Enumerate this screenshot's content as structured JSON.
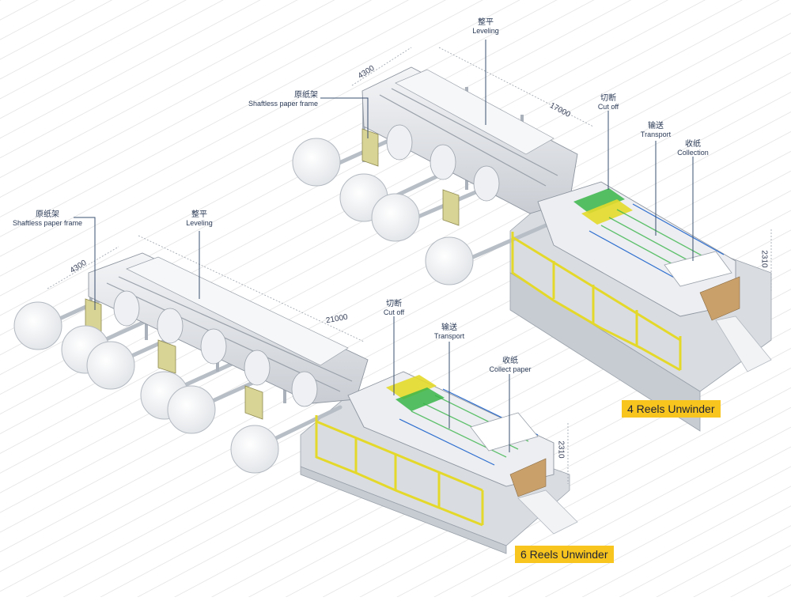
{
  "machines": [
    {
      "name": "4 Reels Unwinder",
      "dims": {
        "length": "17000",
        "width": "4300",
        "height": "2310"
      },
      "labels": {
        "leveling": {
          "zh": "整平",
          "en": "Leveling"
        },
        "frame": {
          "zh": "原纸架",
          "en": "Shaftless paper frame"
        },
        "cutoff": {
          "zh": "切断",
          "en": "Cut off"
        },
        "transport": {
          "zh": "输送",
          "en": "Transport"
        },
        "collect": {
          "zh": "收纸",
          "en": "Collection"
        }
      }
    },
    {
      "name": "6 Reels Unwinder",
      "dims": {
        "length": "21000",
        "width": "4300",
        "height": "2310"
      },
      "labels": {
        "leveling": {
          "zh": "整平",
          "en": "Leveling"
        },
        "frame": {
          "zh": "原纸架",
          "en": "Shaftless paper frame"
        },
        "cutoff": {
          "zh": "切断",
          "en": "Cut off"
        },
        "transport": {
          "zh": "输送",
          "en": "Transport"
        },
        "collect": {
          "zh": "收纸",
          "en": "Collect paper"
        }
      }
    }
  ],
  "colors": {
    "badge": "#f7c51e",
    "rail": "#e4d92a",
    "panel": "#d8d496",
    "leader": "#3a5070",
    "label_text": "#2a3a56",
    "green": "#3ab54a",
    "blue": "#2f6fd0"
  }
}
